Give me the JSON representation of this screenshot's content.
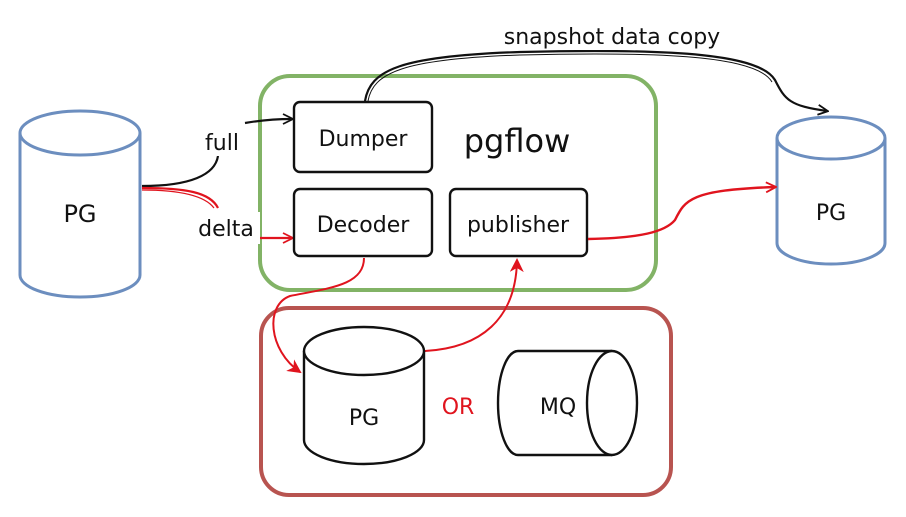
{
  "colors": {
    "green_container": "#82b366",
    "red_container": "#b85450",
    "db_blue": "#6c8ebf",
    "arrow_red": "#e0141e",
    "or_red": "#e0141e",
    "ink": "#111111"
  },
  "source_db": {
    "label": "PG"
  },
  "target_db": {
    "label": "PG"
  },
  "edges": {
    "full": "full",
    "delta": "delta",
    "snapshot": "snapshot data copy"
  },
  "pgflow": {
    "title": "pgflow",
    "dumper": "Dumper",
    "decoder": "Decoder",
    "publisher": "publisher"
  },
  "storage": {
    "pg": "PG",
    "or": "OR",
    "mq": "MQ"
  }
}
